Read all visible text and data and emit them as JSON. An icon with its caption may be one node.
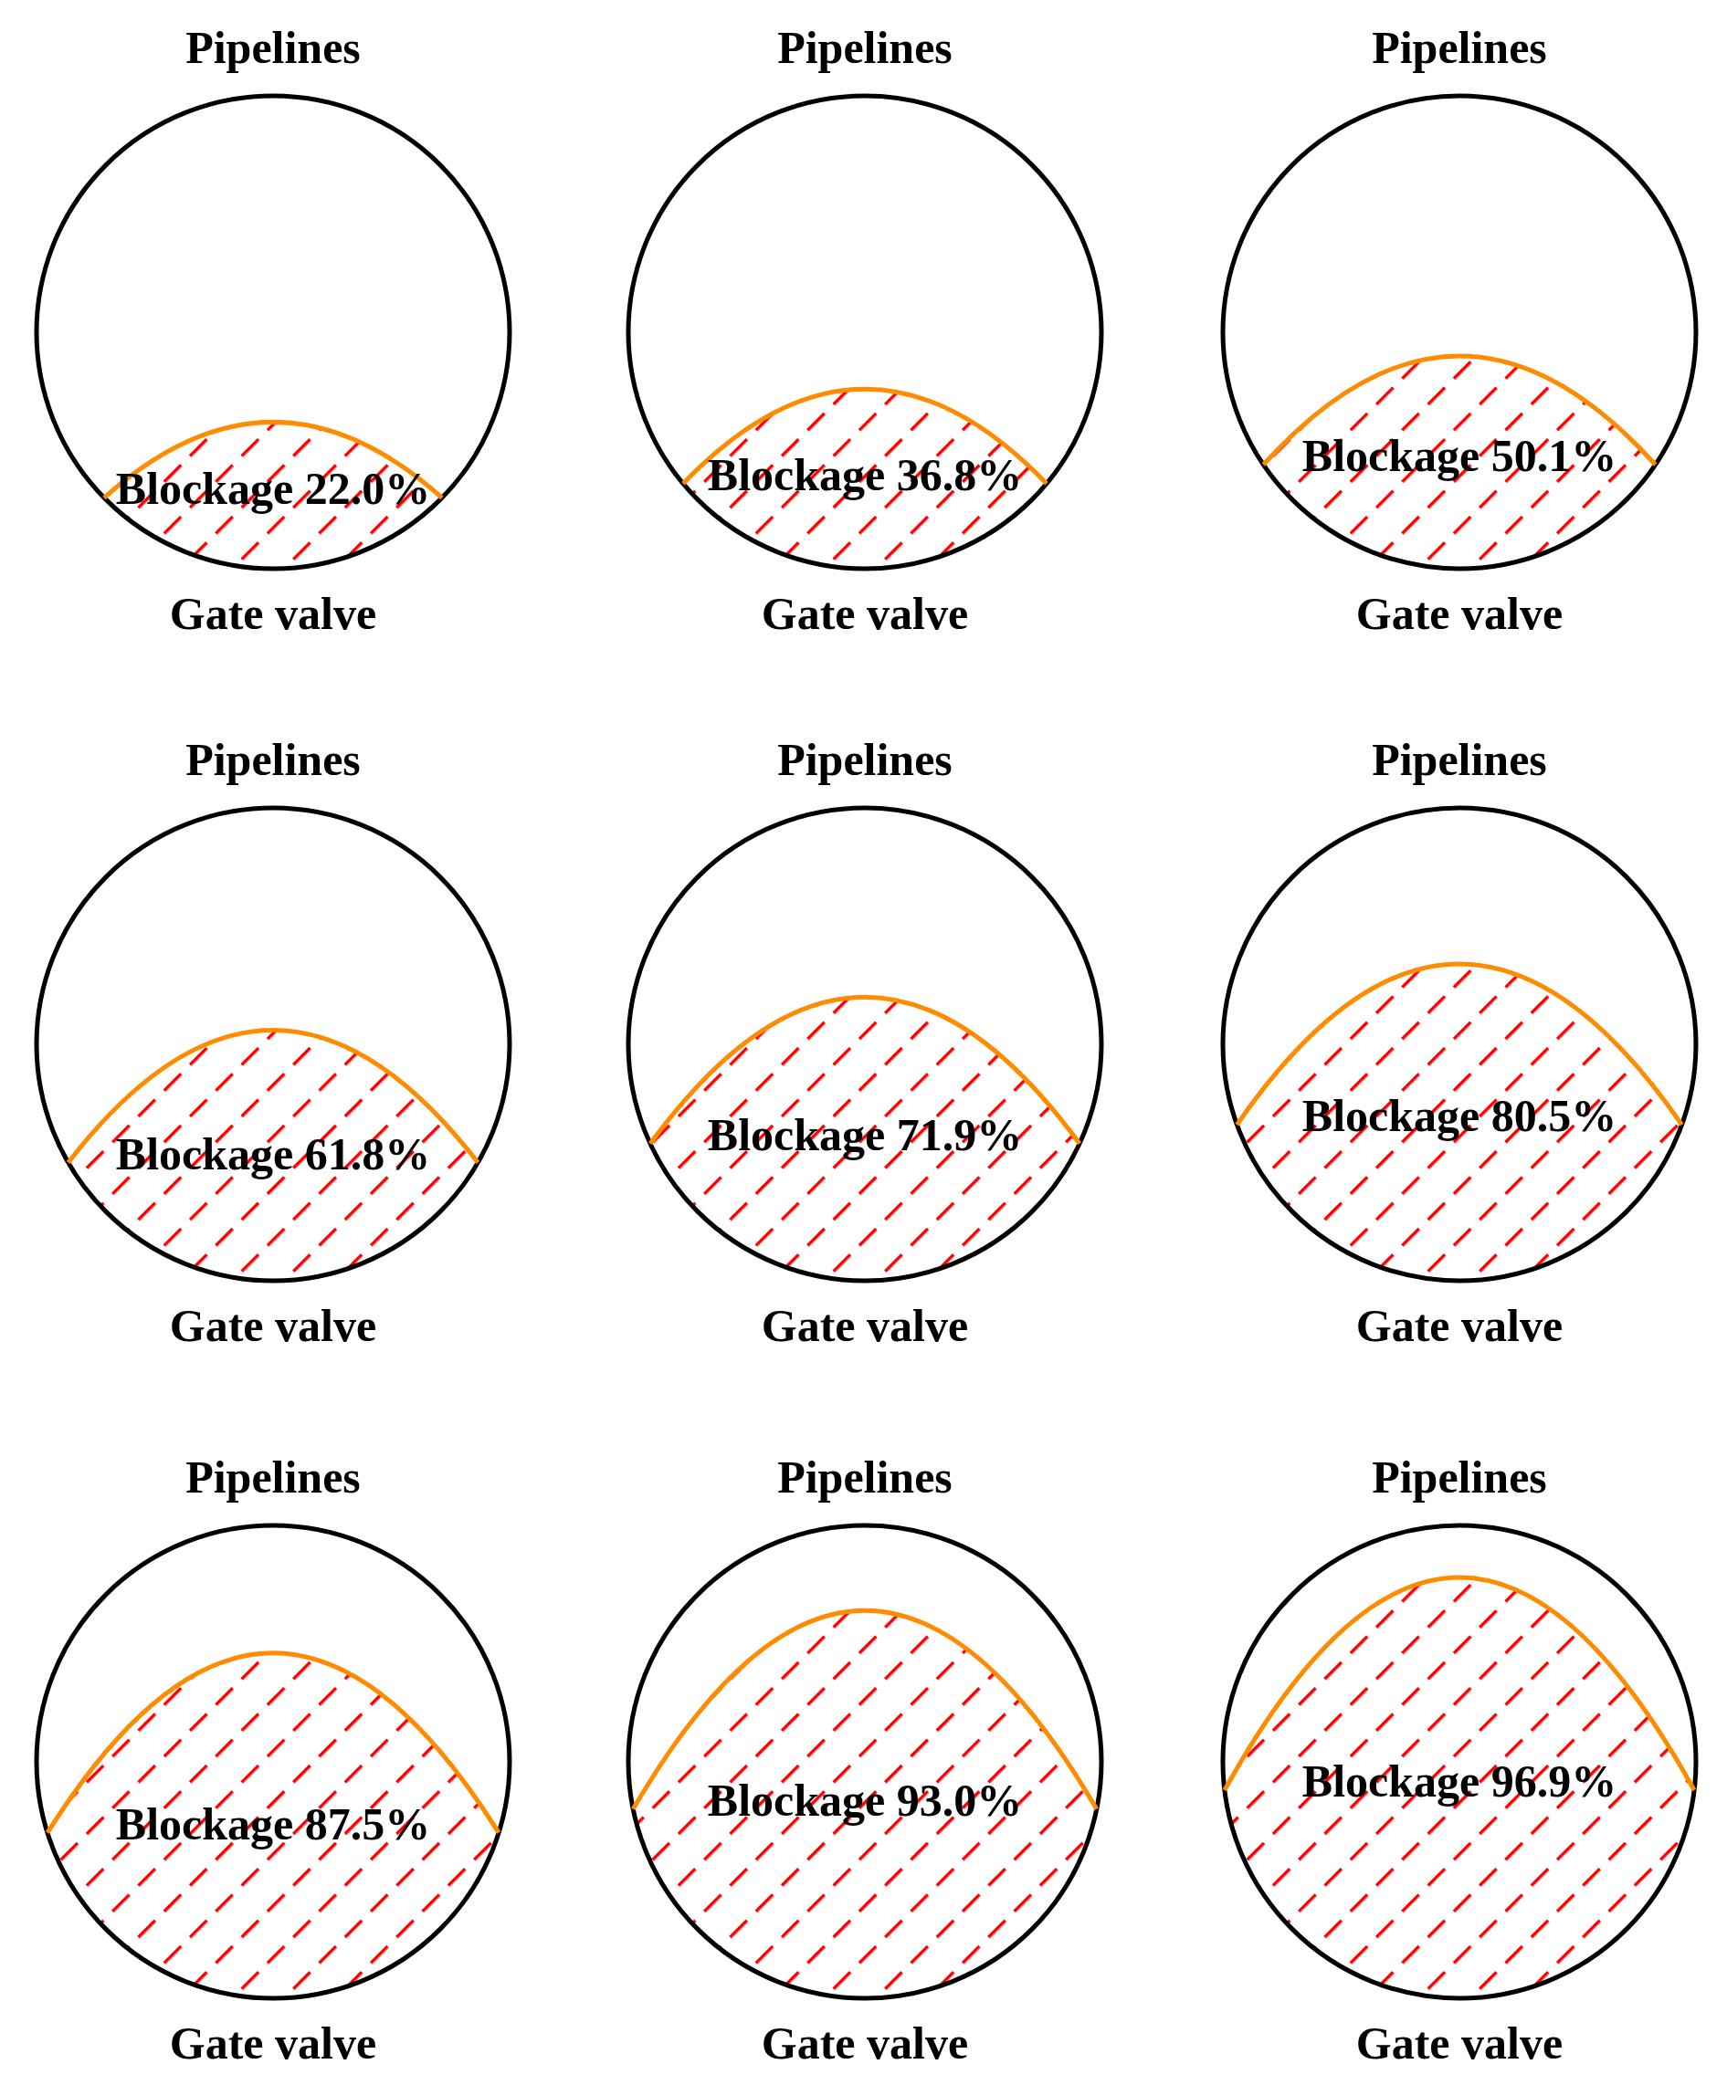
{
  "diagram": {
    "nodes": [
      {
        "text": [
          "Pipelines",
          "Blockage 22.0%",
          "Gate valve"
        ]
      },
      {
        "text": [
          "Pipelines",
          "Blockage 36.8%",
          "Gate valve"
        ]
      },
      {
        "text": [
          "Pipelines",
          "Blockage 50.1%",
          "Gate valve"
        ]
      },
      {
        "text": [
          "Pipelines",
          "Blockage 61.8%",
          "Gate valve"
        ]
      },
      {
        "text": [
          "Pipelines",
          "Blockage 71.9%",
          "Gate valve"
        ]
      },
      {
        "text": [
          "Pipelines",
          "Blockage 80.5%",
          "Gate valve"
        ]
      },
      {
        "text": [
          "Pipelines",
          "Blockage 87.5%",
          "Gate valve"
        ]
      },
      {
        "text": [
          "Pipelines",
          "Blockage 93.0%",
          "Gate valve"
        ]
      },
      {
        "text": [
          "Pipelines",
          "Blockage 96.9%",
          "Gate valve"
        ]
      }
    ]
  }
}
